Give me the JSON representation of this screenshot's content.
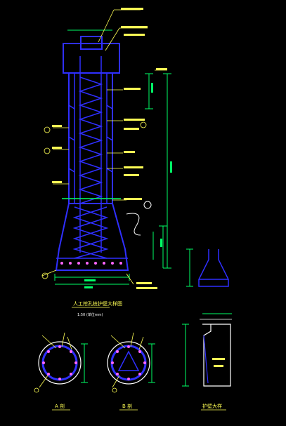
{
  "drawing": {
    "background": "#000000",
    "colors": {
      "structure": "#2f2fff",
      "annotation": "#ffff55",
      "dimension": "#00ff66",
      "text": "#ffffff",
      "accent": "#ff66ff"
    },
    "main_title": "人工挖孔桩护壁大样图",
    "main_subtitle": "1:50 (单位mm)",
    "main_callouts": [
      "护壁砼C25",
      "φ8@200",
      "φ8@150"
    ],
    "section_a_label": "A 剖",
    "section_b_label": "B 剖",
    "detail_label": "护壁大样"
  }
}
